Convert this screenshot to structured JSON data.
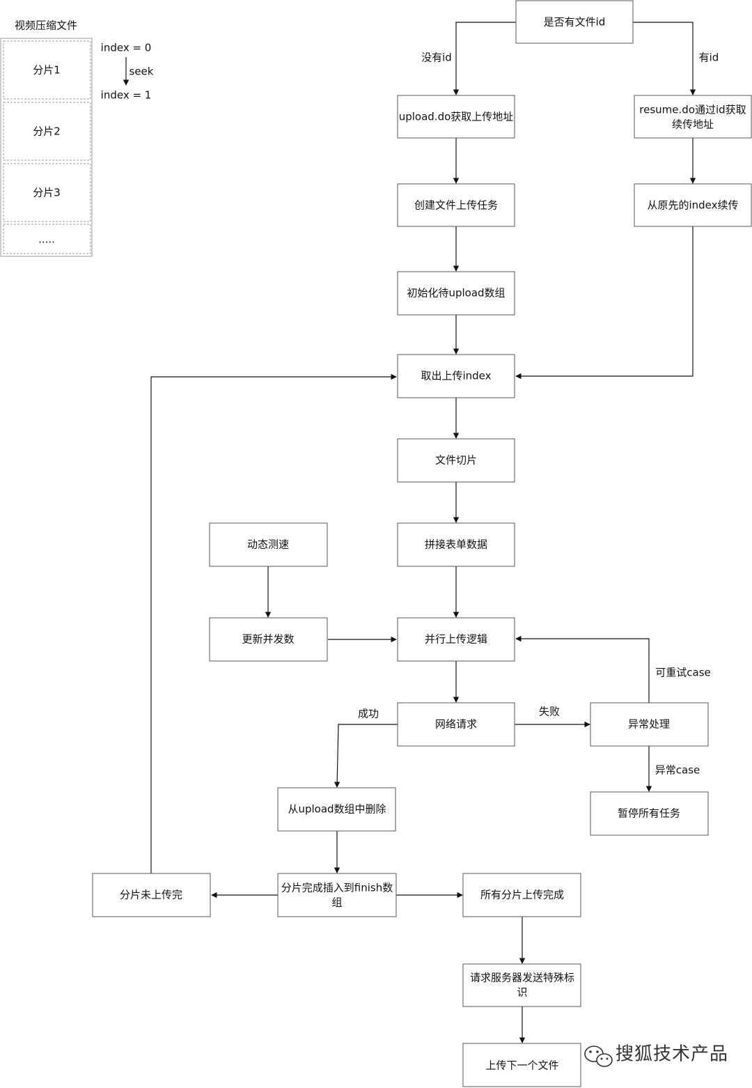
{
  "side_panel": {
    "title": "视频压缩文件",
    "segments": [
      "分片1",
      "分片2",
      "分片3",
      "....."
    ],
    "index_start": "index = 0",
    "seek": "seek",
    "index_next": "index = 1"
  },
  "nodes": {
    "has_file_id": "是否有文件id",
    "upload_do": "upload.do获取上传地址",
    "resume_do_1": "resume.do通过id获取",
    "resume_do_2": "续传地址",
    "create_task": "创建文件上传任务",
    "resume_index": "从原先的index续传",
    "init_array": "初始化待upload数组",
    "fetch_index": "取出上传index",
    "file_slice": "文件切片",
    "speed_test": "动态测速",
    "form_data": "拼接表单数据",
    "update_concurrency": "更新并发数",
    "parallel_upload": "并行上传逻辑",
    "network_request": "网络请求",
    "exception_handling": "异常处理",
    "remove_from_array": "从upload数组中删除",
    "pause_all": "暂停所有任务",
    "chunk_not_done": "分片未上传完",
    "chunk_done_1": "分片完成插入到finish数",
    "chunk_done_2": "组",
    "all_done": "所有分片上传完成",
    "notify_server_1": "请求服务器发送特殊标",
    "notify_server_2": "识",
    "next_file": "上传下一个文件"
  },
  "edge_labels": {
    "no_id": "没有id",
    "has_id": "有id",
    "retryable": "可重试case",
    "success": "成功",
    "failure": "失败",
    "error_case": "异常case"
  },
  "watermark": "搜狐技术产品"
}
